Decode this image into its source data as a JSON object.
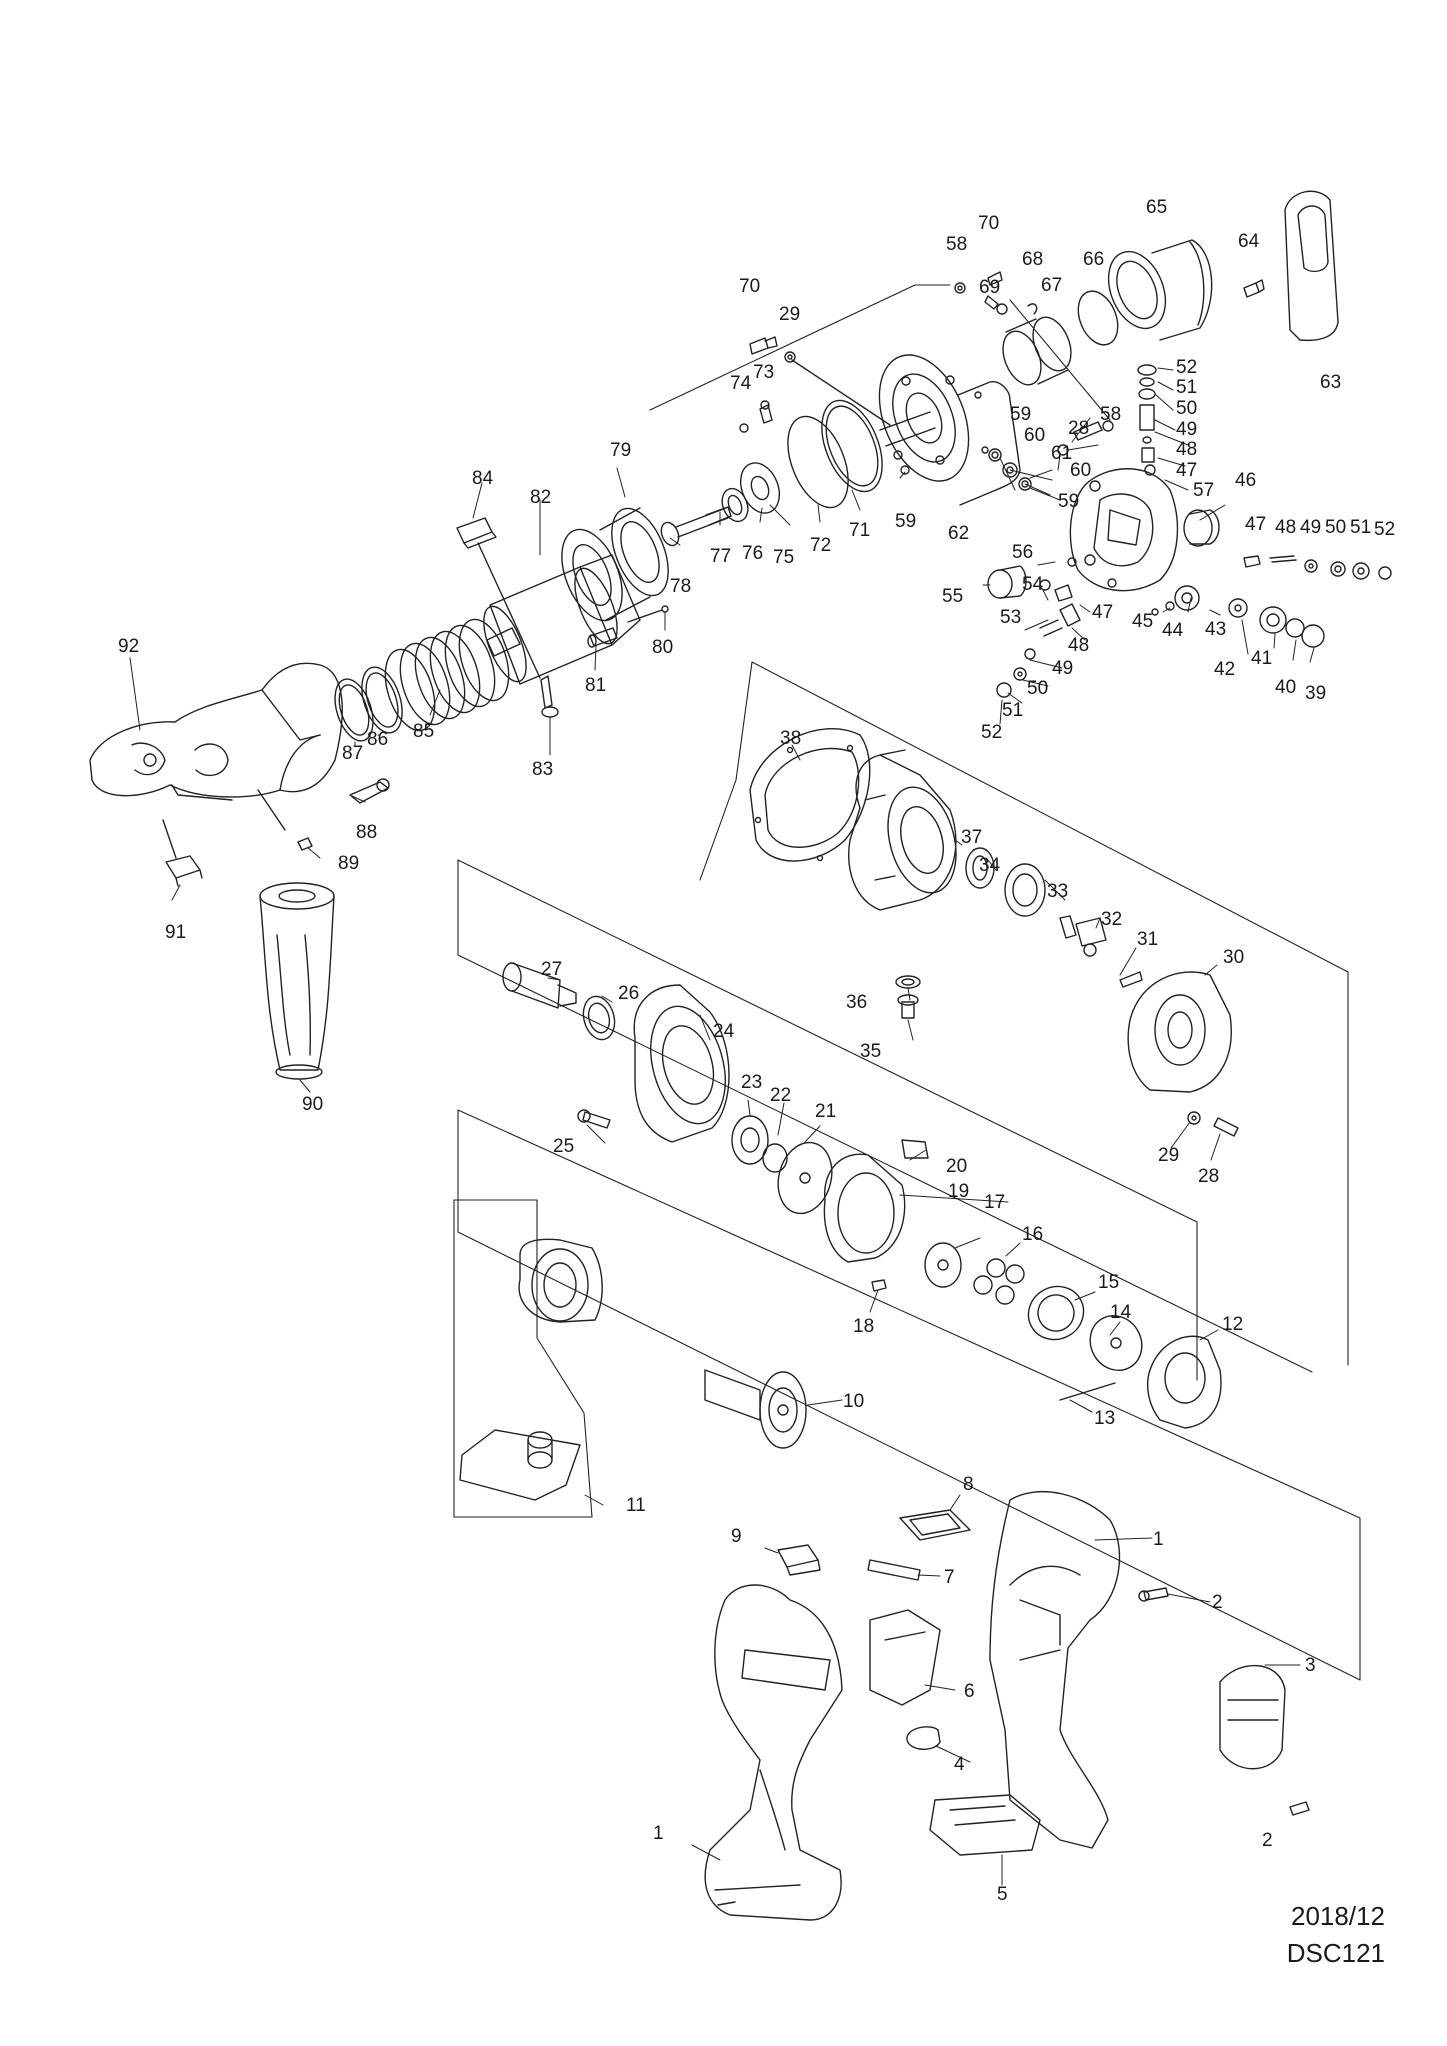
{
  "footer": {
    "date": "2018/12",
    "model": "DSC121"
  },
  "labels": {
    "p1": "1",
    "p1b": "1",
    "p2": "2",
    "p2b": "2",
    "p3": "3",
    "p4": "4",
    "p5": "5",
    "p6": "6",
    "p7": "7",
    "p8": "8",
    "p9": "9",
    "p10": "10",
    "p11": "11",
    "p12": "12",
    "p13": "13",
    "p14": "14",
    "p15": "15",
    "p16": "16",
    "p17": "17",
    "p18": "18",
    "p19": "19",
    "p20": "20",
    "p21": "21",
    "p22": "22",
    "p23": "23",
    "p24": "24",
    "p25": "25",
    "p26": "26",
    "p27": "27",
    "p28": "28",
    "p28b": "28",
    "p29": "29",
    "p29b": "29",
    "p30": "30",
    "p31": "31",
    "p32": "32",
    "p33": "33",
    "p34": "34",
    "p35": "35",
    "p36": "36",
    "p37": "37",
    "p38": "38",
    "p39": "39",
    "p40": "40",
    "p41": "41",
    "p42": "42",
    "p43": "43",
    "p44": "44",
    "p45": "45",
    "p46": "46",
    "p47a": "47",
    "p47b": "47",
    "p47c": "47",
    "p48a": "48",
    "p48b": "48",
    "p48c": "48",
    "p49a": "49",
    "p49b": "49",
    "p49c": "49",
    "p50a": "50",
    "p50b": "50",
    "p50c": "50",
    "p51a": "51",
    "p51b": "51",
    "p51c": "51",
    "p52a": "52",
    "p52b": "52",
    "p52c": "52",
    "p53": "53",
    "p54": "54",
    "p55": "55",
    "p56": "56",
    "p57": "57",
    "p58a": "58",
    "p58b": "58",
    "p59a": "59",
    "p59b": "59",
    "p59c": "59",
    "p60a": "60",
    "p60b": "60",
    "p61": "61",
    "p62": "62",
    "p63": "63",
    "p64": "64",
    "p65": "65",
    "p66": "66",
    "p67": "67",
    "p68": "68",
    "p69": "69",
    "p70a": "70",
    "p70b": "70",
    "p71": "71",
    "p72": "72",
    "p73": "73",
    "p74": "74",
    "p75": "75",
    "p76": "76",
    "p77": "77",
    "p78": "78",
    "p79": "79",
    "p80": "80",
    "p81": "81",
    "p82": "82",
    "p83": "83",
    "p84": "84",
    "p85": "85",
    "p86": "86",
    "p87": "87",
    "p88": "88",
    "p89": "89",
    "p90": "90",
    "p91": "91",
    "p92": "92"
  }
}
